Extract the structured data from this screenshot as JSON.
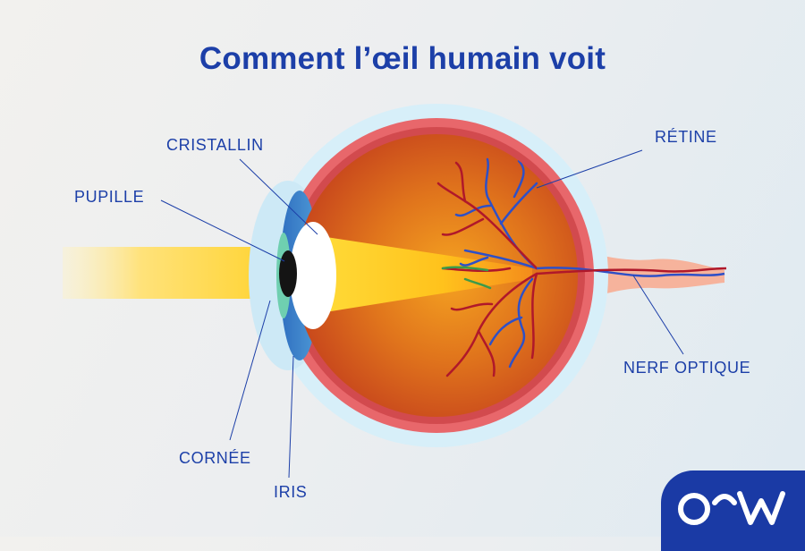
{
  "title": "Comment l’œil humain voit",
  "labels": {
    "cristallin": "CRISTALLIN",
    "pupille": "PUPILLE",
    "retine": "RÉTINE",
    "nerf_optique": "NERF OPTIQUE",
    "cornee": "CORNÉE",
    "iris": "IRIS"
  },
  "logo": {
    "text": "OW",
    "color": "#1a3aa5"
  },
  "colors": {
    "title": "#1c3fa8",
    "sclera": "#e8676b",
    "eye_interior": "#d86a1e",
    "iris": "#3a7bc8",
    "light_beam": "#ffd22a",
    "nerve": "#f6b39c",
    "vein": "#2e50c7",
    "artery": "#b0182a"
  }
}
